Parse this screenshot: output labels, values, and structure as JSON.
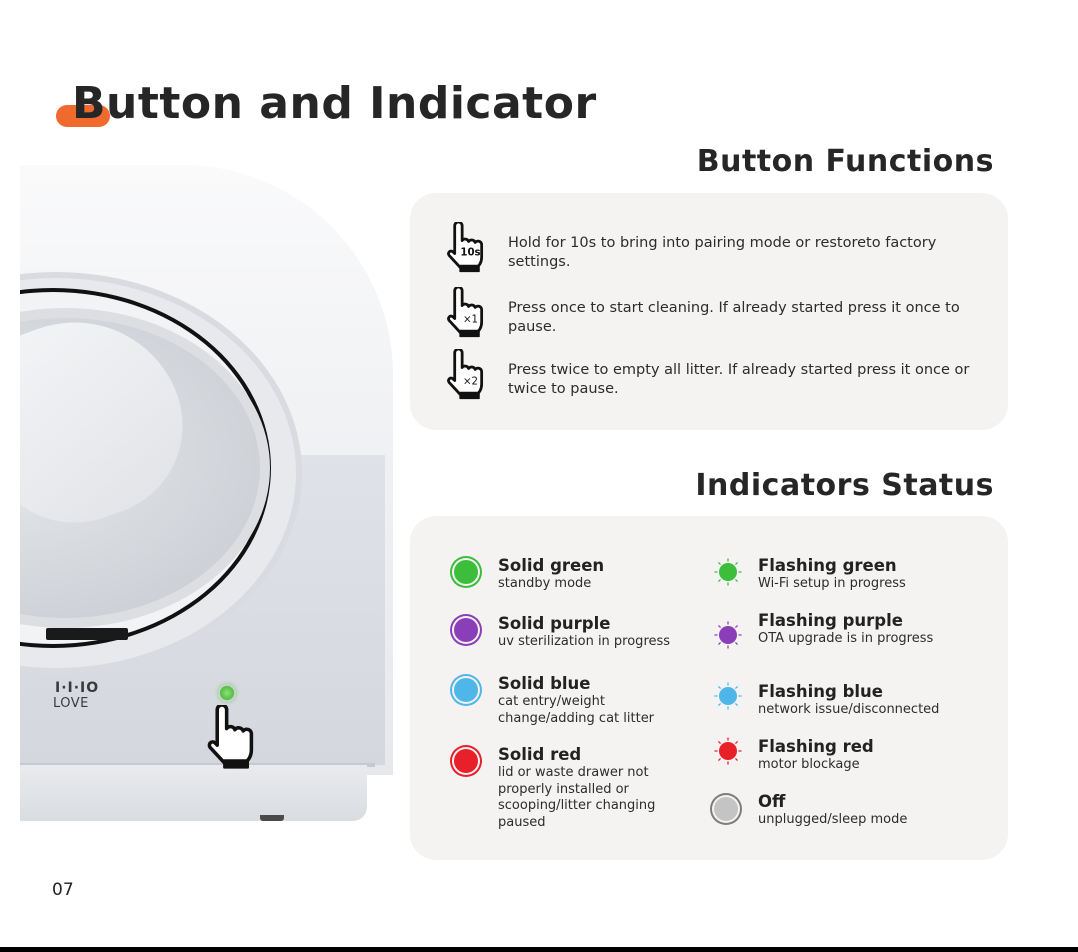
{
  "page": {
    "title": "Button and Indicator",
    "page_number": "07",
    "accent_color": "#f06a2e"
  },
  "device": {
    "logo_mark": "I·I·IO",
    "logo_text": "LOVE",
    "led_color": "#4cbf3c"
  },
  "button_functions": {
    "heading": "Button Functions",
    "items": [
      {
        "icon": "hand-hold-10s-icon",
        "badge": "10s",
        "text": "Hold for 10s to bring into pairing mode or restoreto factory settings."
      },
      {
        "icon": "hand-press-once-icon",
        "badge": "×1",
        "text": "Press once to start cleaning. If already started press it once to pause."
      },
      {
        "icon": "hand-press-twice-icon",
        "badge": "×2",
        "text": "Press twice to empty all litter. If already started press it once or twice to pause."
      }
    ]
  },
  "indicators": {
    "heading": "Indicators Status",
    "solid": [
      {
        "title": "Solid green",
        "desc": "standby mode",
        "color": "#3cbd3c"
      },
      {
        "title": "Solid purple",
        "desc": "uv sterilization in progress",
        "color": "#8a3fb8"
      },
      {
        "title": "Solid blue",
        "desc": "cat entry/weight change/adding cat litter",
        "color": "#4fb6ea"
      },
      {
        "title": "Solid red",
        "desc": "lid or waste drawer not properly installed or scooping/litter changing paused",
        "color": "#e8202a"
      }
    ],
    "flashing": [
      {
        "title": "Flashing green",
        "desc": "Wi-Fi setup in progress",
        "color": "#3cbd3c"
      },
      {
        "title": "Flashing purple",
        "desc": "OTA upgrade is in progress",
        "color": "#8a3fb8"
      },
      {
        "title": "Flashing blue",
        "desc": "network issue/disconnected",
        "color": "#4fb6ea"
      },
      {
        "title": "Flashing red",
        "desc": "motor blockage",
        "color": "#e8202a"
      },
      {
        "title": "Off",
        "desc": "unplugged/sleep mode",
        "color": "#c4c4c4"
      }
    ]
  }
}
